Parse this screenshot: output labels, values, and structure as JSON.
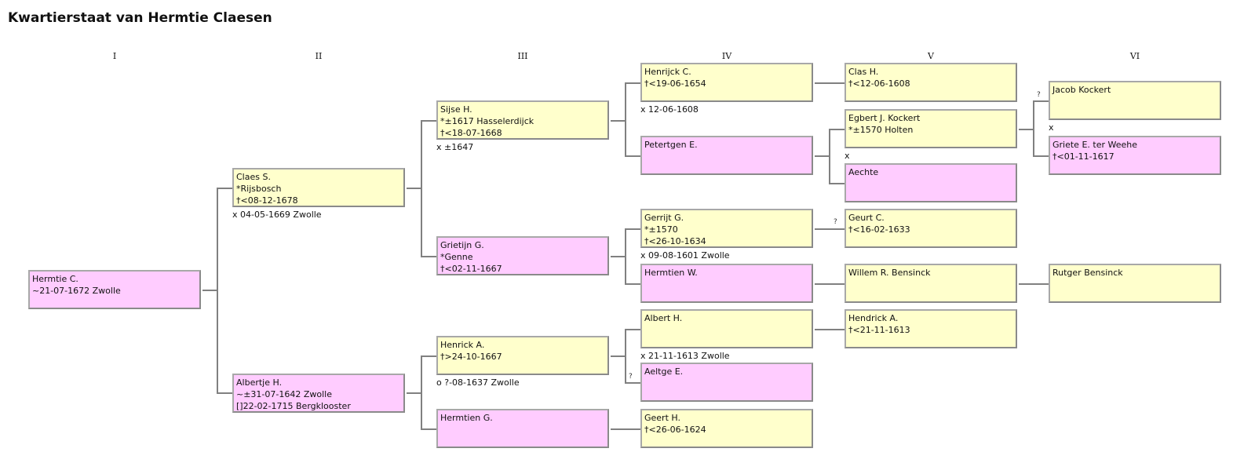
{
  "title": "Kwartierstaat van Hermtie Claesen",
  "generations": [
    "I",
    "II",
    "III",
    "IV",
    "V",
    "VI"
  ],
  "persons": {
    "p1": {
      "name": "Hermtie C.",
      "lines": [
        "~21-07-1672 Zwolle"
      ],
      "sex": "female"
    },
    "p2": {
      "name": "Claes S.",
      "lines": [
        "*Rijsbosch",
        "†<08-12-1678"
      ],
      "sex": "male"
    },
    "p3": {
      "name": "Albertje H.",
      "lines": [
        "~±31-07-1642 Zwolle",
        "[]22-02-1715 Bergklooster"
      ],
      "sex": "female"
    },
    "p4": {
      "name": "Sijse H.",
      "lines": [
        "*±1617 Hasselerdijck",
        "†<18-07-1668"
      ],
      "sex": "male"
    },
    "p5": {
      "name": "Grietijn G.",
      "lines": [
        "*Genne",
        "†<02-11-1667"
      ],
      "sex": "female"
    },
    "p6": {
      "name": "Henrick A.",
      "lines": [
        "†>24-10-1667"
      ],
      "sex": "male"
    },
    "p7": {
      "name": "Hermtien G.",
      "lines": [],
      "sex": "female"
    },
    "p8": {
      "name": "Henrijck C.",
      "lines": [
        "†<19-06-1654"
      ],
      "sex": "male"
    },
    "p9": {
      "name": "Petertgen E.",
      "lines": [],
      "sex": "female"
    },
    "p10": {
      "name": "Gerrijt G.",
      "lines": [
        "*±1570",
        "†<26-10-1634"
      ],
      "sex": "male"
    },
    "p11": {
      "name": "Hermtien W.",
      "lines": [],
      "sex": "female"
    },
    "p12": {
      "name": "Albert H.",
      "lines": [],
      "sex": "male"
    },
    "p13": {
      "name": "Aeltge E.",
      "lines": [],
      "sex": "female"
    },
    "p14": {
      "name": "Geert H.",
      "lines": [
        "†<26-06-1624"
      ],
      "sex": "male"
    },
    "p16": {
      "name": "Clas H.",
      "lines": [
        "†<12-06-1608"
      ],
      "sex": "male"
    },
    "p18": {
      "name": "Egbert J. Kockert",
      "lines": [
        "*±1570 Holten"
      ],
      "sex": "male"
    },
    "p19": {
      "name": "Aechte",
      "lines": [],
      "sex": "female"
    },
    "p20": {
      "name": "Geurt C.",
      "lines": [
        "†<16-02-1633"
      ],
      "sex": "male"
    },
    "p22": {
      "name": "Willem R. Bensinck",
      "lines": [],
      "sex": "male"
    },
    "p24": {
      "name": "Hendrick A.",
      "lines": [
        "†<21-11-1613"
      ],
      "sex": "male"
    },
    "p36": {
      "name": "Jacob Kockert",
      "lines": [],
      "sex": "male"
    },
    "p37": {
      "name": "Griete E. ter Weehe",
      "lines": [
        "†<01-11-1617"
      ],
      "sex": "female"
    },
    "p44": {
      "name": "Rutger Bensinck",
      "lines": [],
      "sex": "male"
    }
  },
  "marriages": {
    "m2": "x 04-05-1669 Zwolle",
    "m4": "x ±1647",
    "m6": "o ?-08-1637 Zwolle",
    "m8": "x 12-06-1608",
    "m10": "x 09-08-1601 Zwolle",
    "m12": "x 21-11-1613 Zwolle",
    "m18": "x",
    "m36": "x"
  },
  "uncertain_marker": "?",
  "colors": {
    "male": "#ffffcc",
    "female": "#ffccff",
    "line": "#808080",
    "border": "#a8a8a8"
  }
}
